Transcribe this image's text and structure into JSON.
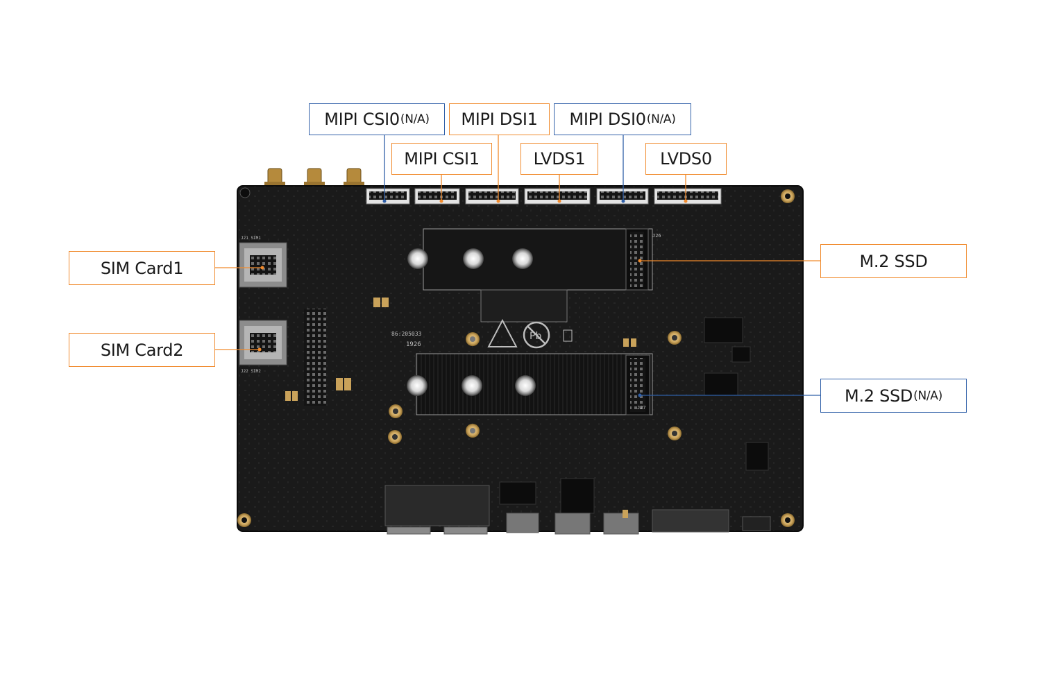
{
  "colors": {
    "orange": "#f08a2c",
    "blue": "#2f5fa8",
    "board": "#1b1b1b",
    "board_dark": "#111111",
    "gold": "#c9a25a",
    "silk": "#bdbdbd"
  },
  "labels": {
    "mipi_csi0": {
      "text": "MIPI CSI0",
      "suffix": "(N/A)"
    },
    "mipi_dsi1": {
      "text": "MIPI DSI1",
      "suffix": ""
    },
    "mipi_dsi0": {
      "text": "MIPI DSI0",
      "suffix": "(N/A)"
    },
    "mipi_csi1": {
      "text": "MIPI CSI1",
      "suffix": ""
    },
    "lvds1": {
      "text": "LVDS1",
      "suffix": ""
    },
    "lvds0": {
      "text": "LVDS0",
      "suffix": ""
    },
    "sim_card1": {
      "text": "SIM Card1",
      "suffix": ""
    },
    "sim_card2": {
      "text": "SIM Card2",
      "suffix": ""
    },
    "m2_ssd": {
      "text": "M.2 SSD",
      "suffix": ""
    },
    "m2_ssd_na": {
      "text": "M.2 SSD",
      "suffix": "(N/A)"
    }
  },
  "board_markings": {
    "batch_code": "86:205033",
    "date_code": "1926",
    "ssd_top_ref": "J26",
    "ssd_bottom_ref": "J27",
    "sim1_ref": "J21  SIM1",
    "sim2_ref": "J22  SIM2",
    "pb_symbol": "Pb"
  }
}
